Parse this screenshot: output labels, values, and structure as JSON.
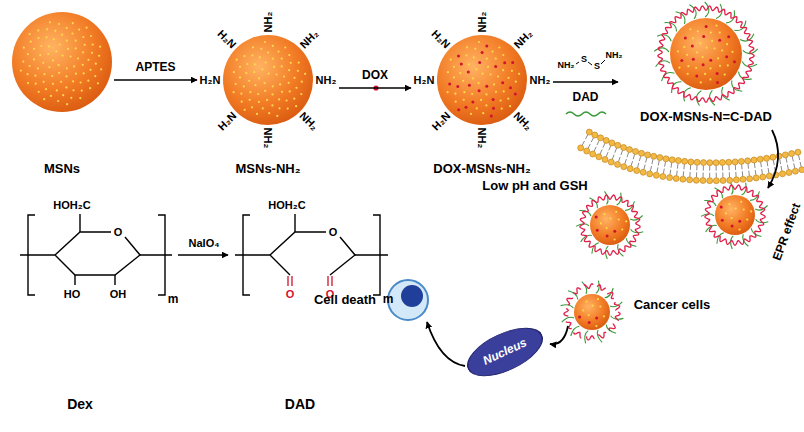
{
  "diagram": {
    "nodes": [
      {
        "text": [
          "MSNs"
        ]
      },
      {
        "text": [
          "H₂N",
          "NH₂",
          "NH₂",
          "H₂N",
          "NH₂",
          "H₂N",
          "NH₂",
          "NH₂",
          "MSNs-NH₂"
        ]
      },
      {
        "text": [
          "H₂N",
          "NH₂",
          "NH₂",
          "H₂N",
          "NH₂",
          "H₂N",
          "NH₂",
          "NH₂",
          "DOX-MSNs-NH₂"
        ]
      },
      {
        "text": [
          "DOX-MSNs-N=C-DAD"
        ]
      },
      {
        "text": [
          "Nucleus"
        ]
      }
    ],
    "edges": [
      {
        "from": 0,
        "to": 1,
        "label": "APTES",
        "arrow": "to"
      },
      {
        "from": 1,
        "to": 2,
        "label": "DOX",
        "arrow": "to"
      },
      {
        "from": 2,
        "to": 3,
        "label": "DAD",
        "arrow": "to"
      }
    ],
    "labels": [
      "NH₂",
      "S",
      "S",
      "NH₂",
      "HOH₂C",
      "O",
      "HO",
      "OH",
      "m",
      "Dex",
      "NaIO₄",
      "HOH₂C",
      "O",
      "O",
      "O",
      "m",
      "DAD",
      "Low pH and GSH",
      "EPR effect",
      "Cancer cells",
      "Cell death"
    ]
  }
}
